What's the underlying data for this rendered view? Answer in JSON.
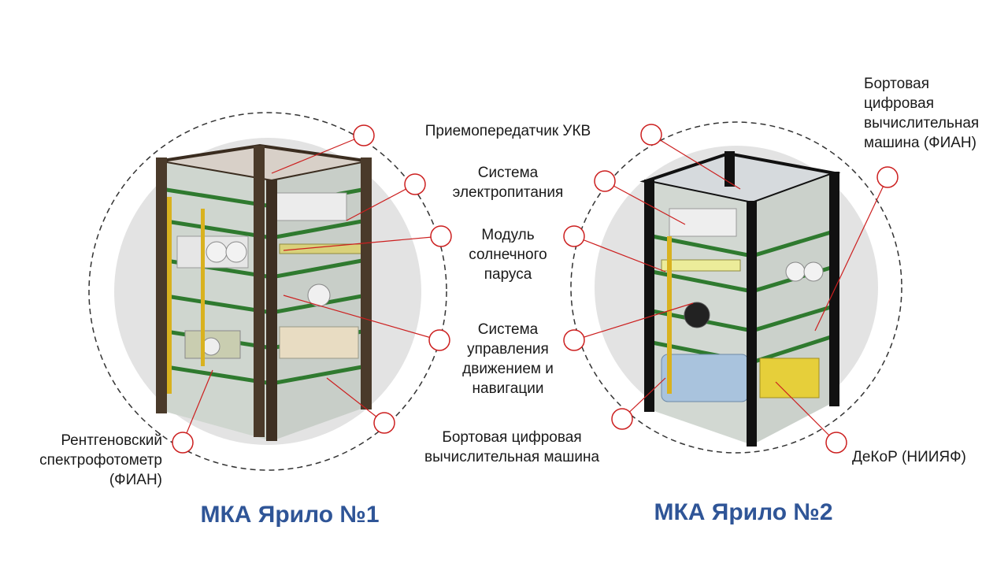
{
  "labels": {
    "uhf": "Приемопередатчик УКВ",
    "power": "Система\nэлектропитания",
    "sail": "Модуль\nсолнечного\nпаруса",
    "adcs": "Система\nуправления\nдвижением и\nнавигации",
    "obc": "Бортовая цифровая\nвычислительная машина",
    "xray": "Рентгеновский\nспектрофотометр\n(ФИАН)",
    "obc_fian": "Бортовая\nцифровая\nвычислительная\nмашина (ФИАН)",
    "dekor": "ДеКоР (НИИЯФ)"
  },
  "titles": {
    "sat1": "МКА Ярило №1",
    "sat2": "МКА Ярило №2"
  },
  "colors": {
    "marker": "#cc1f1f",
    "title": "#2f5597",
    "frame1": "#4a3a2a",
    "frame2": "#111111",
    "pcb": "#3f8f3f"
  }
}
